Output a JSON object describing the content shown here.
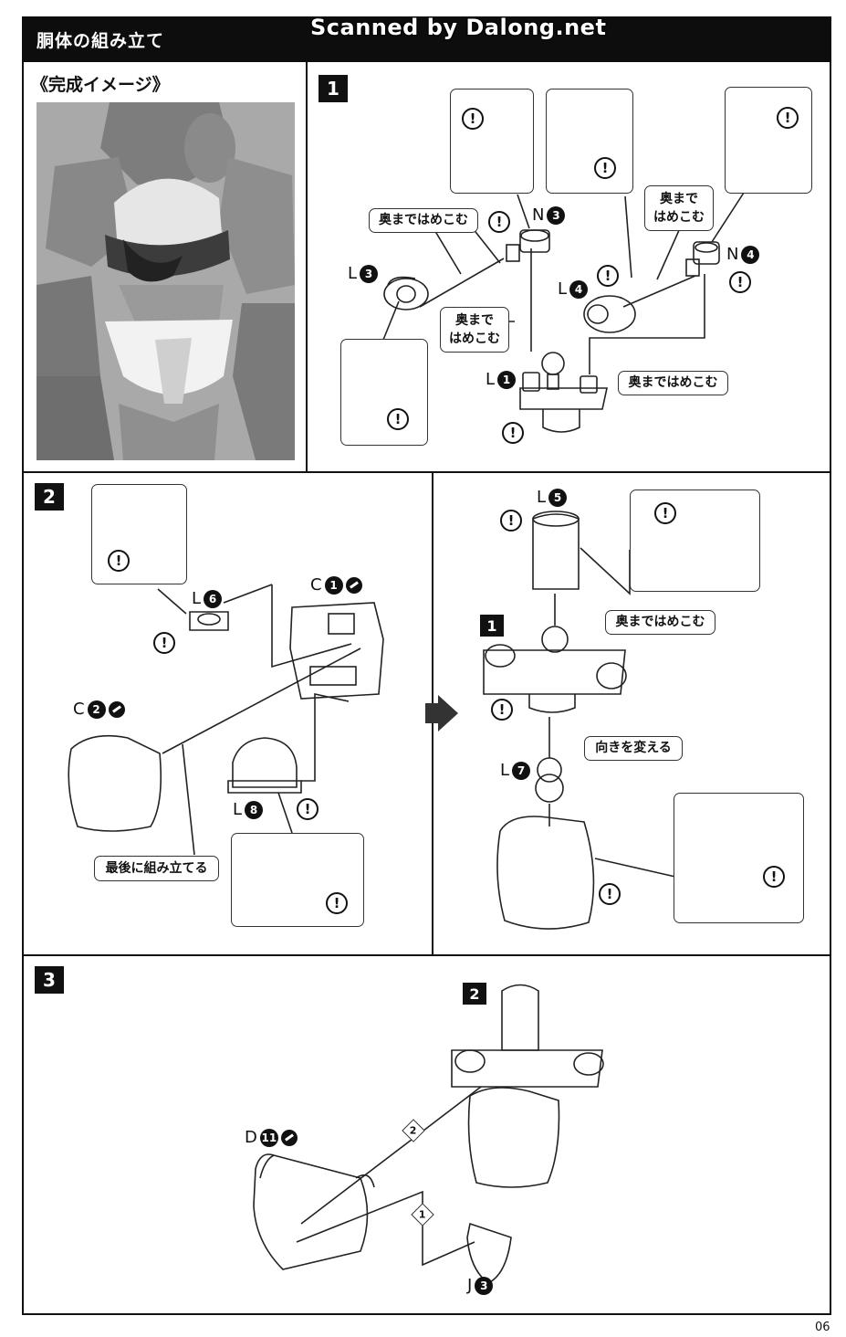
{
  "header": {
    "title": "胴体の組み立て",
    "watermark": "Scanned by Dalong.net"
  },
  "completed_image": {
    "label": "《完成イメージ》"
  },
  "steps": {
    "s1": "1",
    "s2": "2",
    "s3": "3"
  },
  "step_refs": {
    "ref1": "1",
    "ref2": "2"
  },
  "callouts": {
    "c1": "奥まではめこむ",
    "c2_line1": "奥まで",
    "c2_line2": "はめこむ",
    "c3_line1": "奥まで",
    "c3_line2": "はめこむ",
    "c4": "奥まではめこむ",
    "c5": "奥まではめこむ",
    "c6": "向きを変える",
    "c7": "最後に組み立てる"
  },
  "parts": {
    "n3": {
      "letter": "N",
      "num": "3"
    },
    "n4": {
      "letter": "N",
      "num": "4"
    },
    "l3": {
      "letter": "L",
      "num": "3"
    },
    "l4": {
      "letter": "L",
      "num": "4"
    },
    "l1": {
      "letter": "L",
      "num": "1"
    },
    "l5": {
      "letter": "L",
      "num": "5"
    },
    "l6": {
      "letter": "L",
      "num": "6"
    },
    "l7": {
      "letter": "L",
      "num": "7"
    },
    "l8": {
      "letter": "L",
      "num": "8"
    },
    "c1": {
      "letter": "C",
      "num": "1"
    },
    "c2": {
      "letter": "C",
      "num": "2"
    },
    "d11": {
      "letter": "D",
      "num": "11"
    },
    "j3": {
      "letter": "J",
      "num": "3"
    }
  },
  "warning_symbol": "!",
  "sequence": {
    "first": "1",
    "second": "2"
  },
  "page_number": "06"
}
